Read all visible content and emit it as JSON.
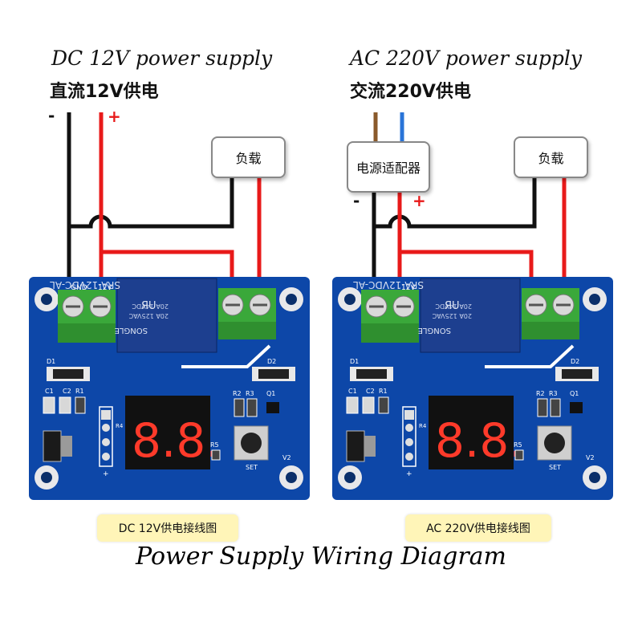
{
  "left_panel": {
    "title_en": "DC 12V power supply",
    "title_zh": "直流12V供电",
    "minus": "-",
    "plus": "+",
    "load_label": "负载",
    "caption": "DC  12V供电接线图",
    "board": {
      "gnd": "GND",
      "vin": "12V",
      "relay_model": "SRA-12VDC-AL",
      "relay_rating_1": "20A 14VDC",
      "relay_rating_2": "20A 125VAC",
      "relay_brand": "SONGLE",
      "d1": "D1",
      "d2": "D2",
      "c1": "C1",
      "c2": "C2",
      "r1": "R1",
      "r2": "R2",
      "r3": "R3",
      "q1": "Q1",
      "r4": "R4",
      "r5": "R5",
      "set": "SET",
      "v2": "V2",
      "pin_plus": "+",
      "display": "8.8."
    }
  },
  "right_panel": {
    "title_en": "AC 220V power supply",
    "title_zh": "交流220V供电",
    "minus": "-",
    "plus": "+",
    "adapter_label": "电源适配器",
    "load_label": "负载",
    "caption": "AC  220V供电接线图",
    "board": {
      "gnd": "",
      "vin": "12V",
      "relay_model": "SRA-12VDC-AL",
      "relay_rating_1": "20A 14VDC",
      "relay_rating_2": "20A 125VAC",
      "relay_brand": "SONGLE",
      "d1": "D1",
      "d2": "D2",
      "c1": "C1",
      "c2": "C2",
      "r1": "R1",
      "r2": "R2",
      "r3": "R3",
      "q1": "Q1",
      "r4": "R4",
      "r5": "R5",
      "set": "SET",
      "v2": "V2",
      "pin_plus": "+",
      "display": "8.8."
    }
  },
  "footer_title": "Power Supply Wiring Diagram",
  "colors": {
    "wire_black": "#111111",
    "wire_red": "#e81a1a",
    "wire_brown": "#8a5a2b",
    "wire_blue": "#2a74d8",
    "pcb_blue": "#0d47a8",
    "terminal_green": "#3aa83a",
    "relay_blue": "#1d3f8f",
    "display_red": "#ff3a2a",
    "caption_bg": "#fff5b8"
  }
}
